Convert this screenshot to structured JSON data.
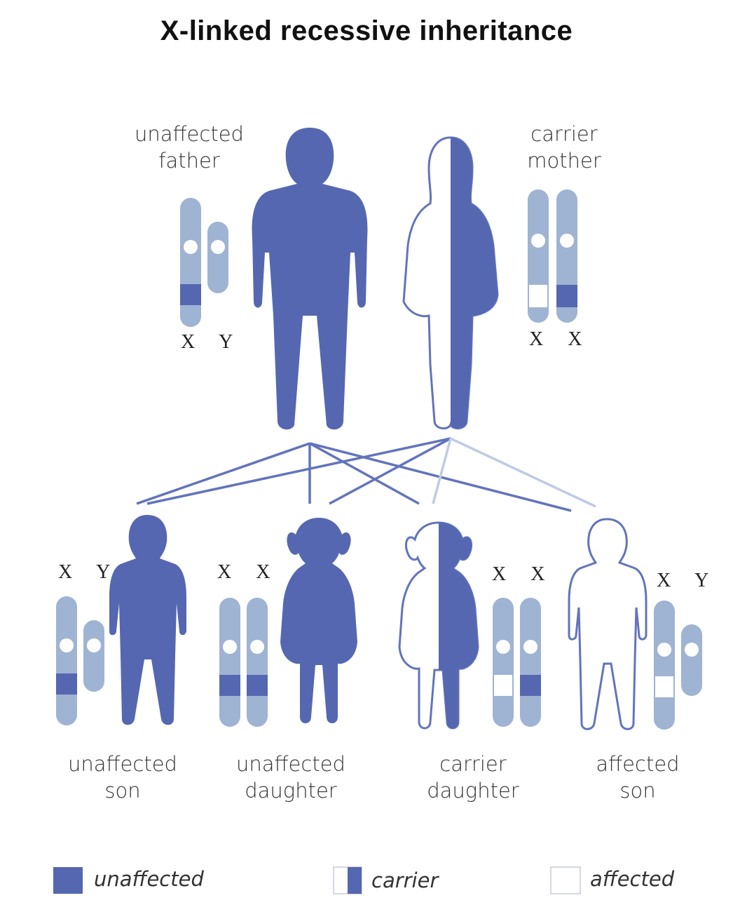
{
  "title": "X-linked recessive inheritance",
  "parents": {
    "father": {
      "line1": "unaffected",
      "line2": "father",
      "chromosomes": "X Y"
    },
    "mother": {
      "line1": "carrier",
      "line2": "mother",
      "chromosomes": "X X"
    }
  },
  "children": [
    {
      "line1": "unaffected",
      "line2": "son",
      "chromosomes": "X Y"
    },
    {
      "line1": "unaffected",
      "line2": "daughter",
      "chromosomes": "X X"
    },
    {
      "line1": "carrier",
      "line2": "daughter",
      "chromosomes": "X X"
    },
    {
      "line1": "affected",
      "line2": "son",
      "chromosomes": "X Y"
    }
  ],
  "legend": {
    "unaffected": "unaffected",
    "carrier": "carrier",
    "affected": "affected"
  },
  "colors": {
    "dark_blue": "#5567b0",
    "light_blue": "#9fb3d3",
    "outline": "#6274bb",
    "white": "#ffffff"
  }
}
